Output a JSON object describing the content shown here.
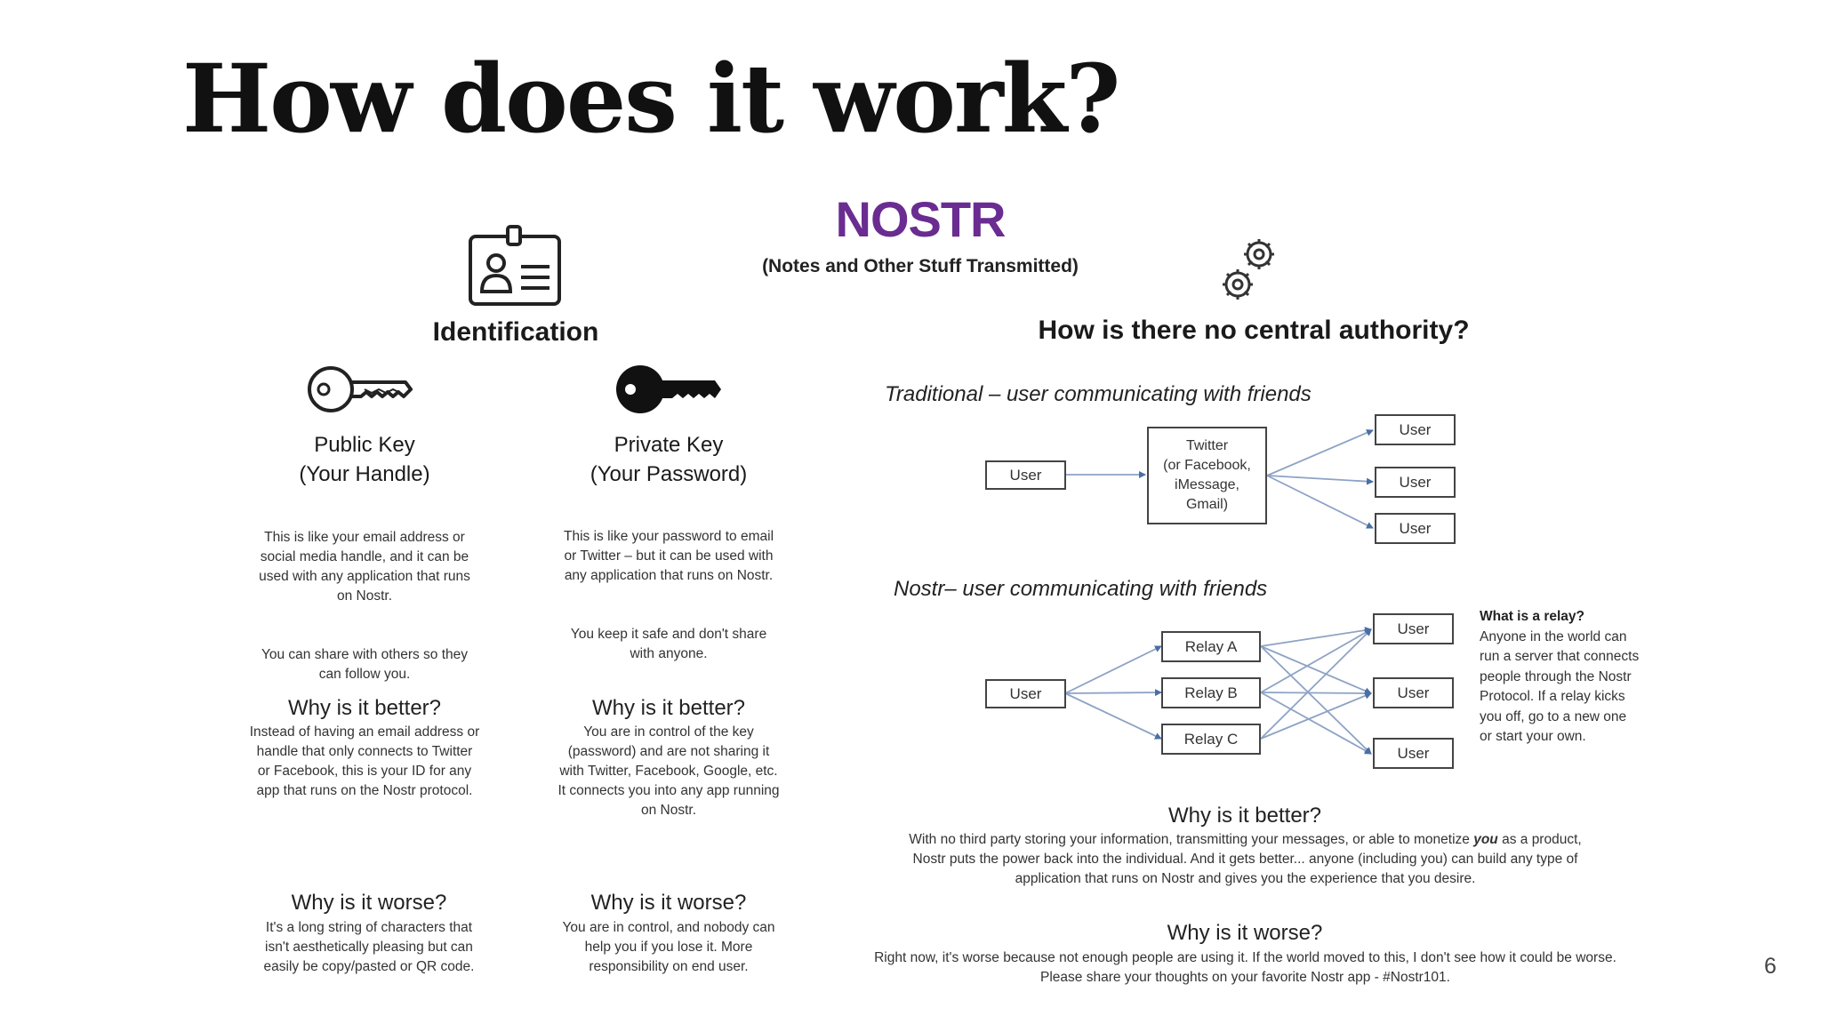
{
  "slide": {
    "title": "How does it work?",
    "page_number": "6"
  },
  "nostr": {
    "title": "NOSTR",
    "subtitle": "(Notes and Other Stuff Transmitted)"
  },
  "identification": {
    "heading": "Identification",
    "public_key": {
      "label": "Public Key\n(Your Handle)",
      "desc1": "This is like your email address or\nsocial media handle, and it can be\nused with any application that runs\non Nostr.",
      "desc2": "You can share with others so they\ncan follow you.",
      "better_heading": "Why is it better?",
      "better_text": "Instead of having an email address or\nhandle that only connects to Twitter\nor Facebook, this is your ID for any\napp that runs on the Nostr protocol.",
      "worse_heading": "Why is it worse?",
      "worse_text": "It's a long string of characters that\nisn't aesthetically pleasing but can\neasily be copy/pasted or QR code."
    },
    "private_key": {
      "label": "Private Key\n(Your Password)",
      "desc1": "This is like your password to email\nor Twitter – but it can be used with\nany application that runs on Nostr.",
      "desc2": "You keep it safe and don't share\nwith anyone.",
      "better_heading": "Why is it better?",
      "better_text": "You are in control of the key\n(password) and are not sharing it\nwith Twitter, Facebook, Google, etc.\nIt connects you into any app running\non Nostr.",
      "worse_heading": "Why is it worse?",
      "worse_text": "You are in control, and nobody can\nhelp you if you lose it. More\nresponsibility on end user."
    }
  },
  "authority": {
    "heading": "How is there no central authority?",
    "traditional": {
      "caption": "Traditional – user communicating with friends",
      "user": "User",
      "hub": "Twitter\n(or Facebook,\niMessage,\nGmail)",
      "friends": [
        "User",
        "User",
        "User"
      ]
    },
    "nostr": {
      "caption": "Nostr– user communicating with friends",
      "user": "User",
      "relays": [
        "Relay A",
        "Relay B",
        "Relay C"
      ],
      "friends": [
        "User",
        "User",
        "User"
      ]
    },
    "relay_note": {
      "heading": "What is a relay?",
      "text": "Anyone in the world can run a server that connects people through the Nostr Protocol. If a relay kicks you off, go to a new one or start your own."
    },
    "better_heading": "Why is it better?",
    "better_text_pre": "With no third party storing your information, transmitting your messages, or able to monetize ",
    "better_text_em": "you",
    "better_text_post": " as a product, Nostr puts the power back into the individual. And it gets better... anyone (including you) can build any type of application that runs on Nostr and gives you the experience that you desire.",
    "worse_heading": "Why is it worse?",
    "worse_text": "Right now, it's worse because not enough people are using it. If the world moved to this, I don't see how it could be worse. Please share your thoughts on your favorite Nostr app - #Nostr101."
  }
}
